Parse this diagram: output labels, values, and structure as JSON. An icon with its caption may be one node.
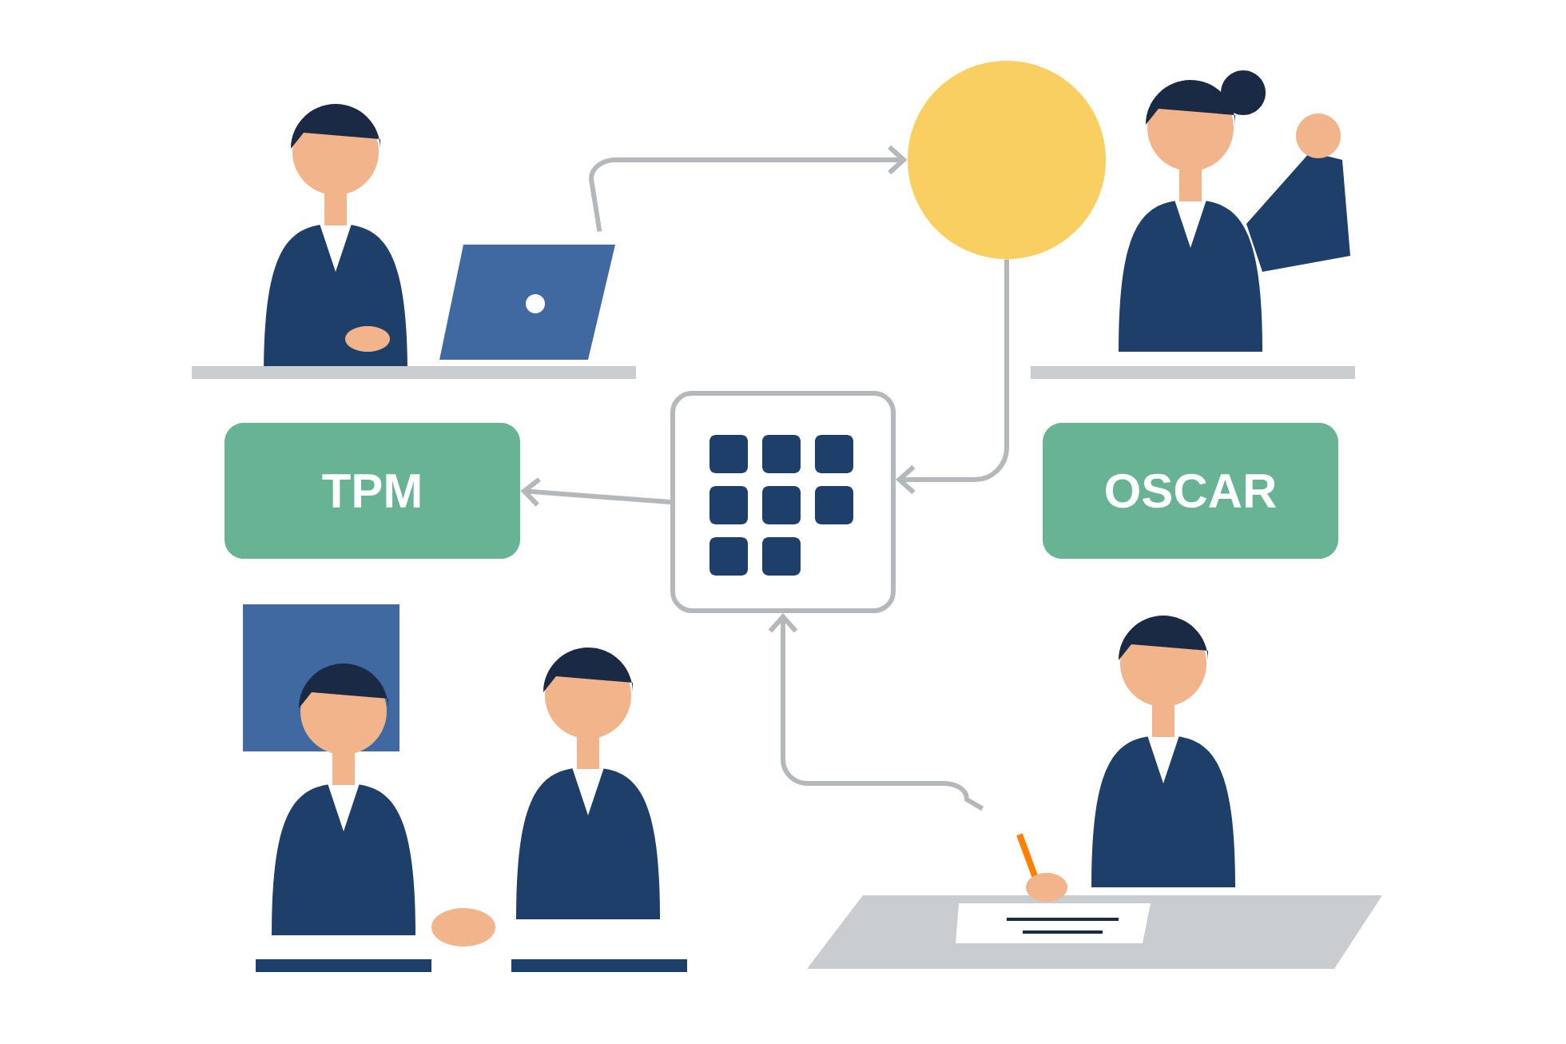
{
  "diagram": {
    "nodes": [
      {
        "text": [],
        "shape": "picture"
      },
      {
        "text": [],
        "shape": "circle"
      },
      {
        "text": [
          "TPM"
        ]
      },
      {
        "text": [],
        "shape": "box"
      },
      {
        "text": [
          "OSCAR"
        ]
      },
      {
        "text": [],
        "shape": "picture"
      }
    ],
    "edges": [
      {
        "from": 0,
        "to": 1,
        "arrow": "to"
      },
      {
        "from": 1,
        "to": 3,
        "arrow": "to"
      },
      {
        "from": 3,
        "to": 2,
        "arrow": "to"
      },
      {
        "from": 5,
        "to": 3,
        "arrow": "to"
      }
    ]
  }
}
